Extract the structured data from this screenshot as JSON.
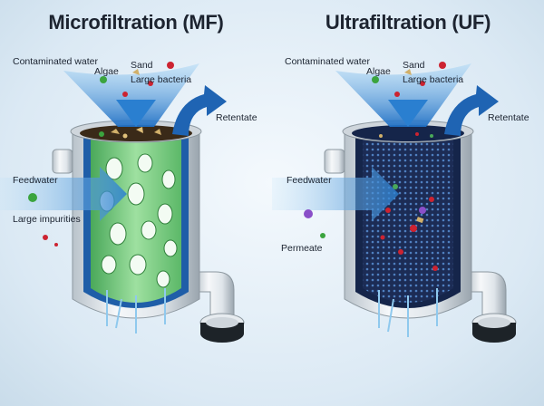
{
  "colors": {
    "shell": "#e9eef2",
    "shell_dark": "#9aa5ae",
    "water": "#2a7fd0",
    "mf_membrane": "#7fcf86",
    "uf_membrane": "#1c2c55",
    "particle_red": "#cc2331",
    "algae_green": "#3ba43e",
    "sand": "#d1b06a"
  },
  "mf": {
    "title": "Microfiltration (MF)",
    "contaminated_water": "Contaminated water",
    "algae": "Algae",
    "sand": "Sand",
    "large_bacteria": "Large bacteria",
    "retentate": "Retentate",
    "feedwater": "Feedwater",
    "large_impurities": "Large impurities"
  },
  "uf": {
    "title": "Ultrafiltration (UF)",
    "contaminated_water": "Contaminated water",
    "algae": "Algae",
    "sand": "Sand",
    "large_bacteria": "Large bacteria",
    "retentate": "Retentate",
    "feedwater": "Feedwater",
    "permeate": "Permeate"
  }
}
